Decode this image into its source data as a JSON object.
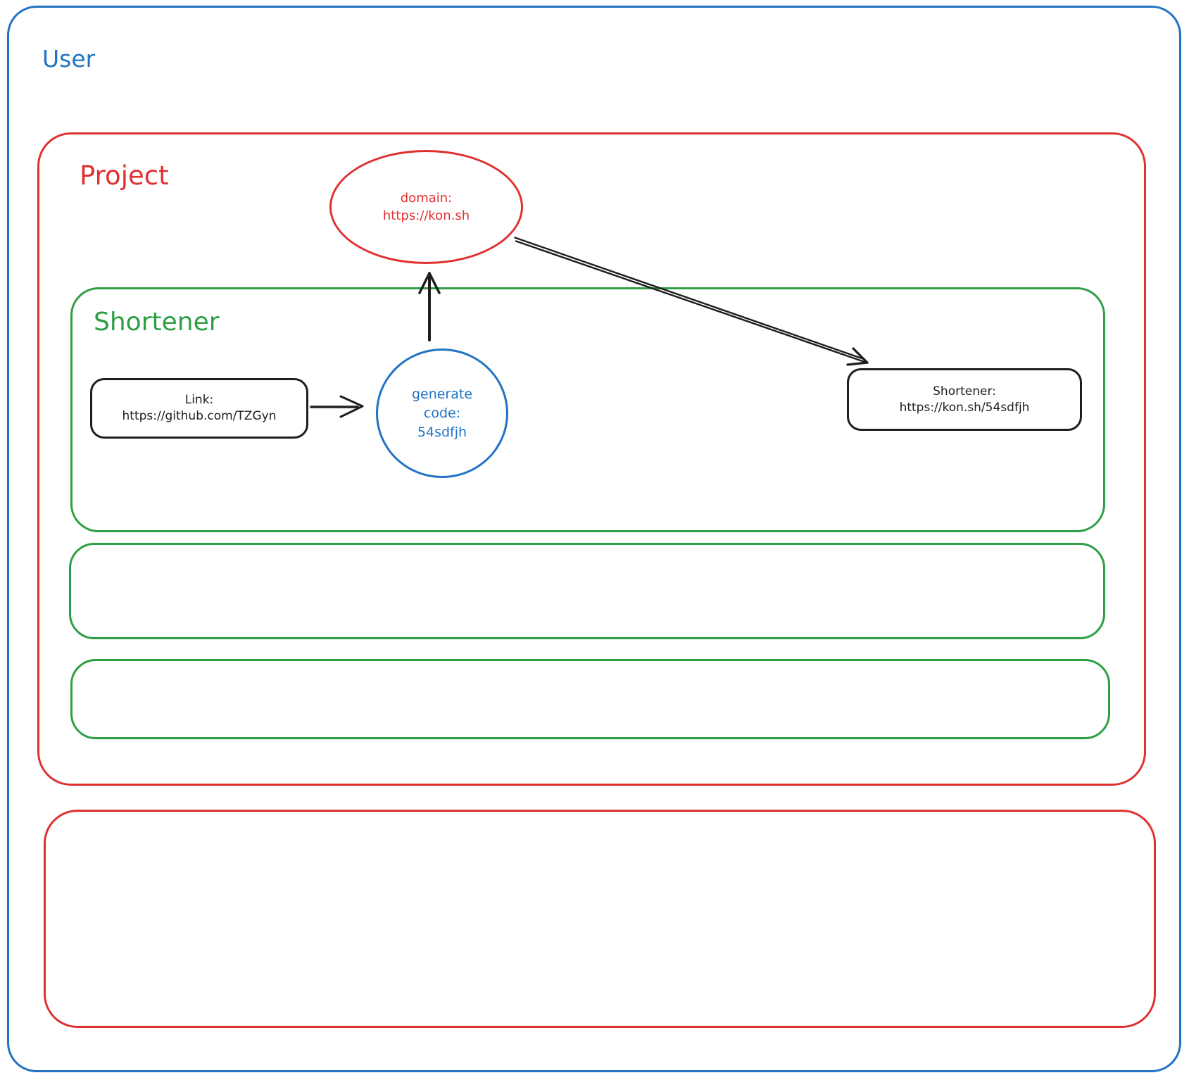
{
  "labels": {
    "user": "User",
    "project": "Project",
    "shortener": "Shortener"
  },
  "domain_ellipse": {
    "line1": "domain:",
    "line2": "https://kon.sh"
  },
  "link_box": {
    "line1": "Link:",
    "line2": "https://github.com/TZGyn"
  },
  "generate_code_circle": {
    "line1": "generate",
    "line2": "code:",
    "line3": "54sdfjh"
  },
  "shortener_result_box": {
    "line1": "Shortener:",
    "line2": "https://kon.sh/54sdfjh"
  },
  "colors": {
    "blue": "#2273c4",
    "red": "#e03131",
    "green": "#2f9e44",
    "ink": "#1e1e1e",
    "background": "#ffffff"
  }
}
